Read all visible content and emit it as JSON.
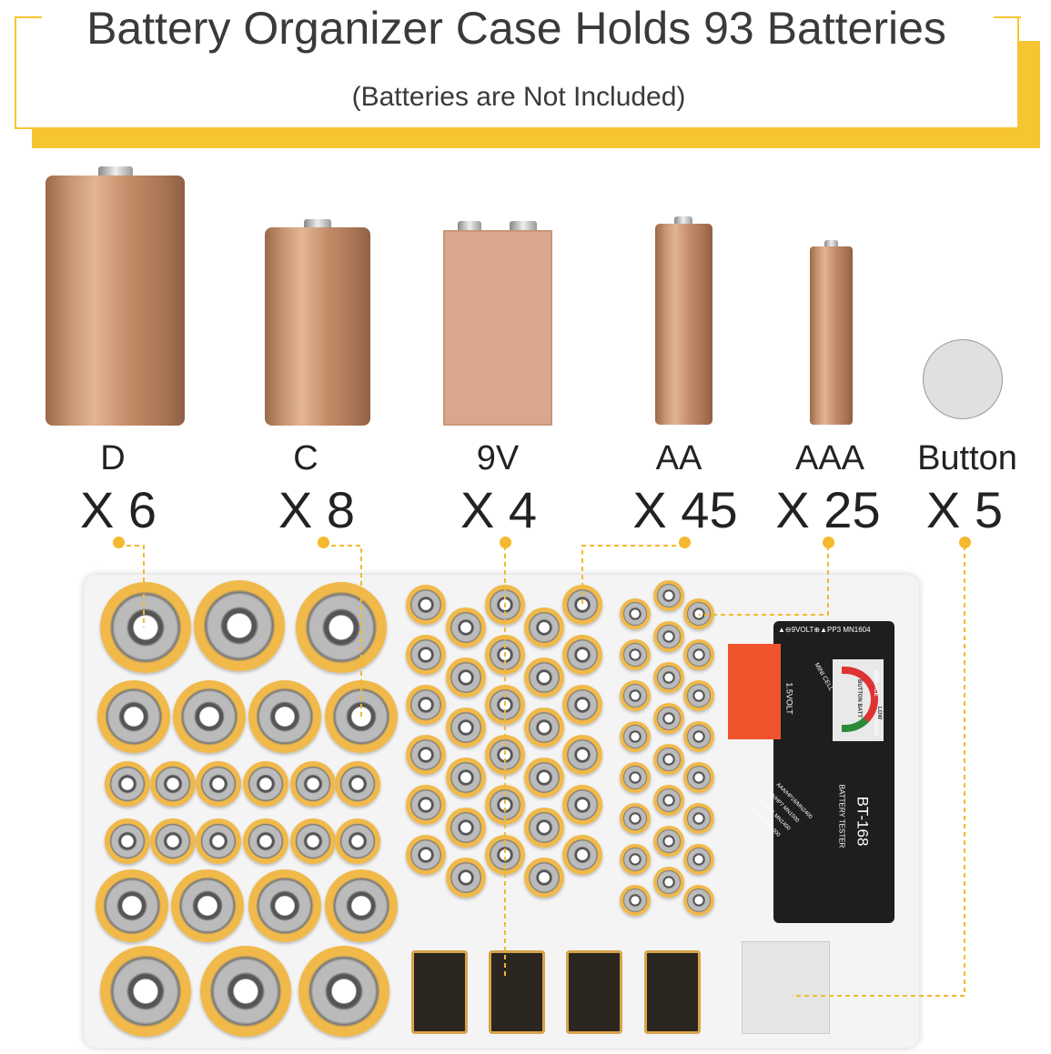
{
  "header": {
    "title": "Battery Organizer Case Holds 93 Batteries",
    "subtitle": "(Batteries are Not Included)"
  },
  "batteries": [
    {
      "label": "D",
      "count": "X 6"
    },
    {
      "label": "C",
      "count": "X 8"
    },
    {
      "label": "9V",
      "count": "X 4"
    },
    {
      "label": "AA",
      "count": "X 45"
    },
    {
      "label": "AAA",
      "count": "X 25"
    },
    {
      "label": "Button",
      "count": "X 5"
    }
  ],
  "tester": {
    "top_label": "▲⊖9VOLT⊕▲PP3 MN1604",
    "volt_label": "1.5VOLT",
    "mini_cell": "MINI CELL",
    "model": "BT-168",
    "name": "BATTERY TESTER",
    "sizes": [
      "AAA/HP16/MN2400",
      "AA/HP7 MN1500",
      "C.HP11 MN1400",
      "D.HP2 MN1300"
    ],
    "meter": [
      "REPLACE",
      "LOW",
      "GOOD",
      "BUTTON BATT"
    ]
  },
  "colors": {
    "accent": "#f7c531",
    "battery": "#c99572",
    "leader": "#f5b82e"
  }
}
